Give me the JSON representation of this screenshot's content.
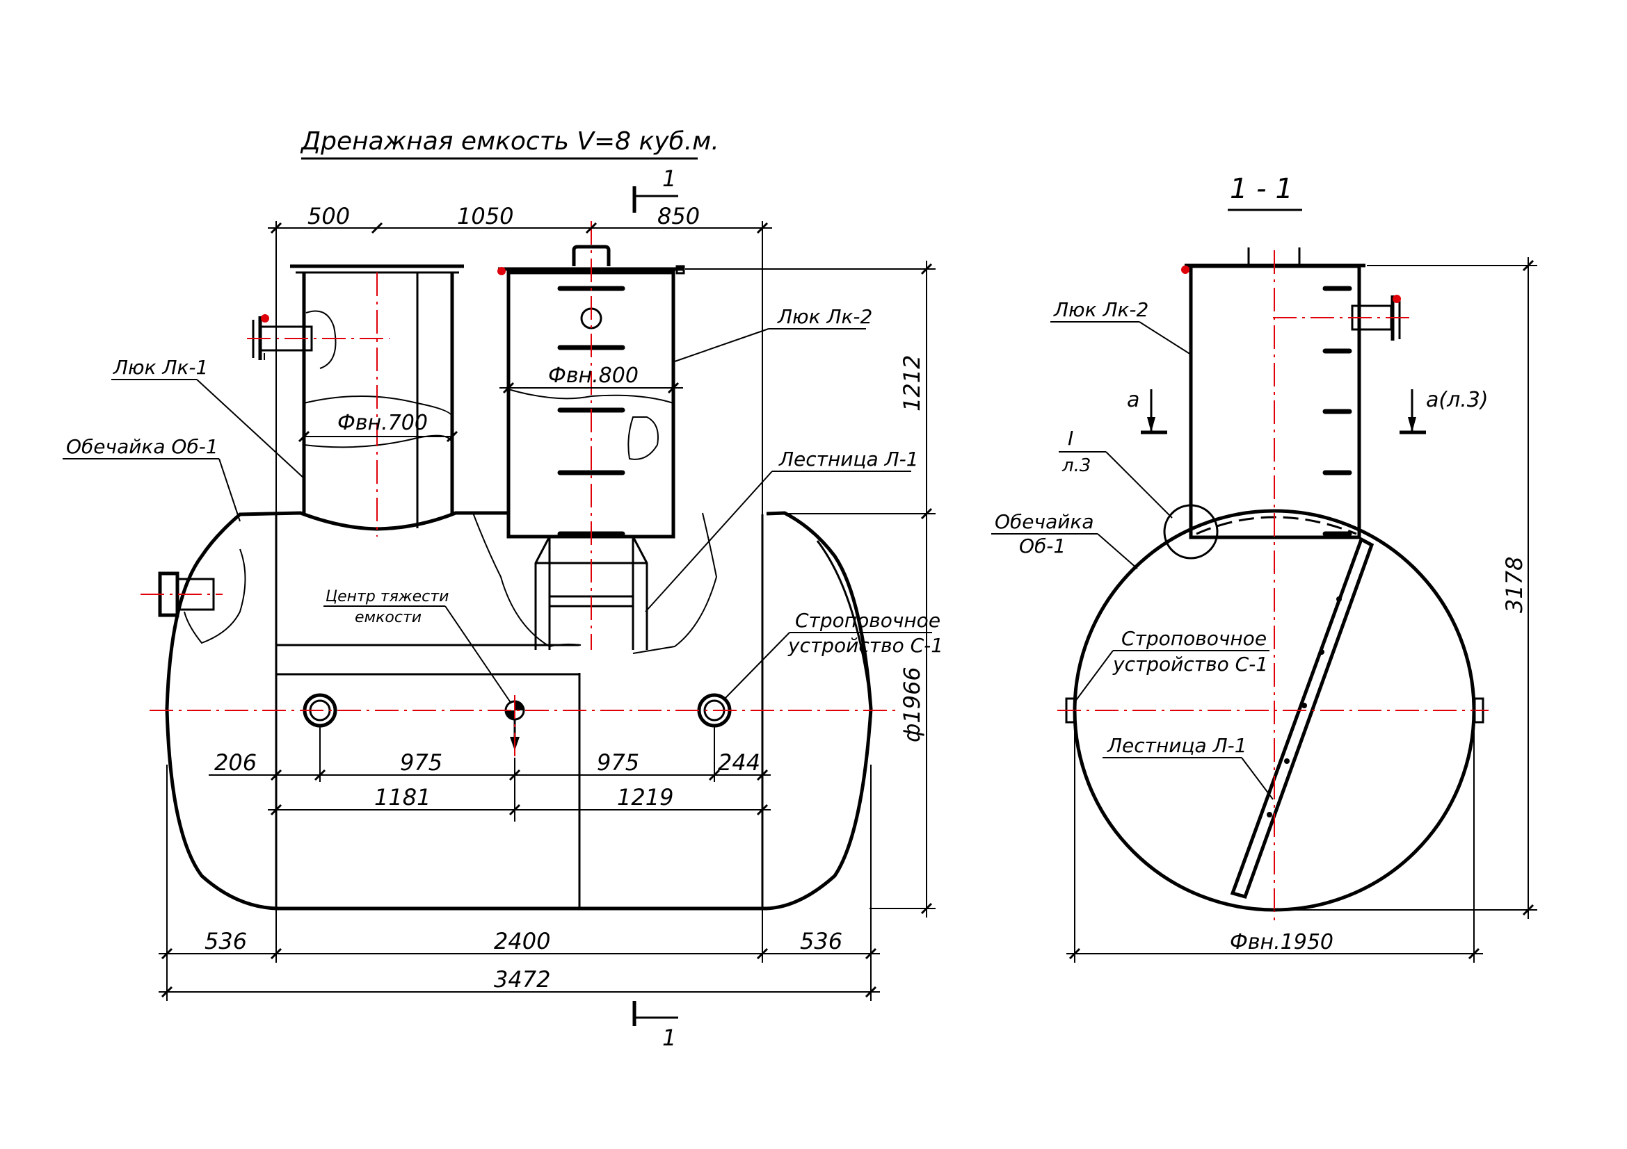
{
  "title": "Дренажная емкость V=8 куб.м.",
  "front_view": {
    "section_mark": "1",
    "dims_top": [
      "500",
      "1050",
      "850"
    ],
    "dims_right": [
      "1212",
      "ф1966"
    ],
    "dims_mid": [
      "206",
      "975",
      "975",
      "244"
    ],
    "dims_low": [
      "1181",
      "1219"
    ],
    "dims_bottom": [
      "536",
      "2400",
      "536"
    ],
    "dim_total": "3472",
    "diam_lk1": "Фвн.700",
    "diam_lk2": "Фвн.800",
    "labels": {
      "lk1": "Люк Лк-1",
      "lk2": "Люк Лк-2",
      "shell": "Обечайка Об-1",
      "ladder": "Лестница Л-1",
      "cog_line1": "Центр тяжести",
      "cog_line2": "емкости",
      "sling_line1": "Строповочное",
      "sling_line2": "устройство С-1"
    }
  },
  "section_view": {
    "title": "1 - 1",
    "labels": {
      "lk2": "Люк Лк-2",
      "view_a_left": "а",
      "view_a_right": "а(л.3)",
      "node_num": "I",
      "node_sheet": "л.3",
      "shell_line1": "Обечайка",
      "shell_line2": "Об-1",
      "sling_line1": "Строповочное",
      "sling_line2": "устройство С-1",
      "ladder": "Лестница Л-1"
    },
    "dim_height": "3178",
    "dim_diam": "Фвн.1950"
  },
  "colors": {
    "axis": "#e0000a",
    "line": "#000000"
  }
}
